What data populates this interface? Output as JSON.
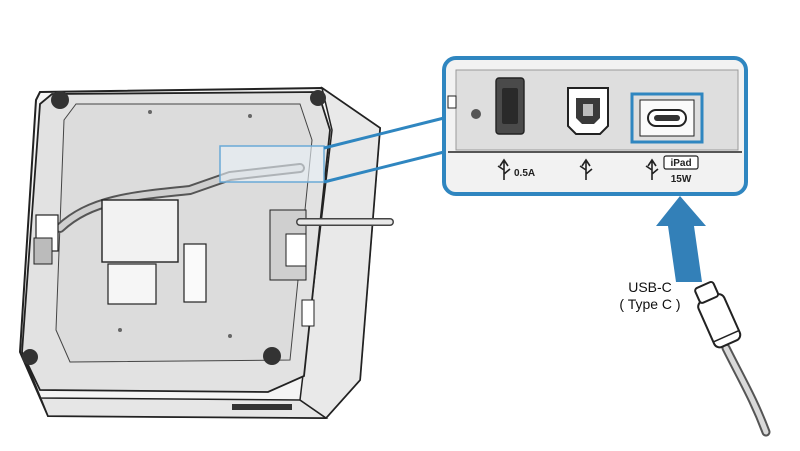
{
  "ports": {
    "port1_label": "0.5A",
    "port3_badge": "iPad",
    "port3_label": "15W"
  },
  "cable": {
    "line1": "USB-C",
    "line2": "( Type C )"
  },
  "colors": {
    "highlight": "#2f86c0",
    "arrow": "#3380b8",
    "device_fill": "#efefef",
    "outline": "#222222"
  }
}
